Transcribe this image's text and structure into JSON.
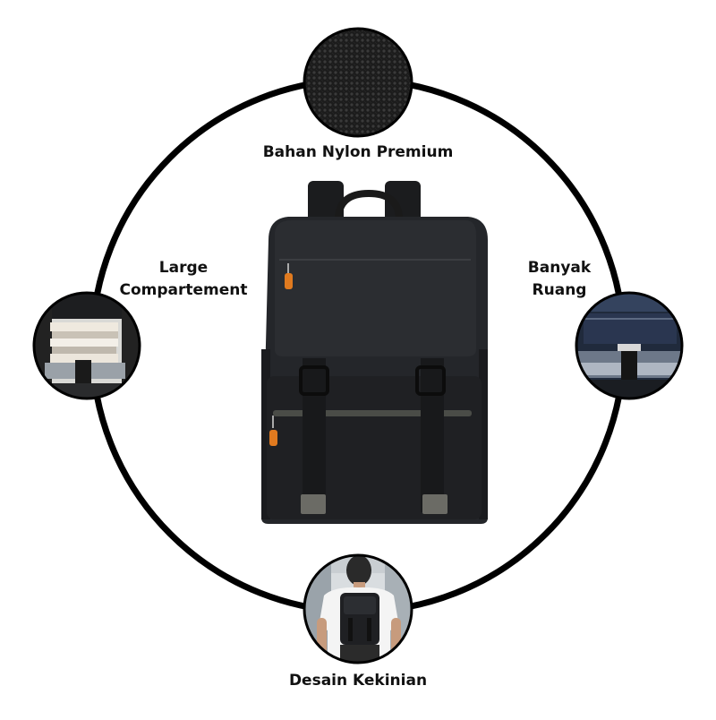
{
  "features": {
    "top": "Bahan Nylon Premium",
    "left_line1": "Large",
    "left_line2": "Compartement",
    "right_line1": "Banyak",
    "right_line2": "Ruang",
    "bottom": "Desain Kekinian"
  },
  "colors": {
    "ring": "#000000",
    "bag_body": "#24262a",
    "bag_panel": "#1e1f22",
    "zipper_accent": "#e07a1f",
    "strap_tip": "#6b6b65",
    "background": "#ffffff"
  },
  "icons": {
    "top": "nylon-fabric-texture-icon",
    "left": "large-compartment-books-icon",
    "right": "multiple-pockets-icon",
    "bottom": "model-wearing-backpack-icon"
  }
}
